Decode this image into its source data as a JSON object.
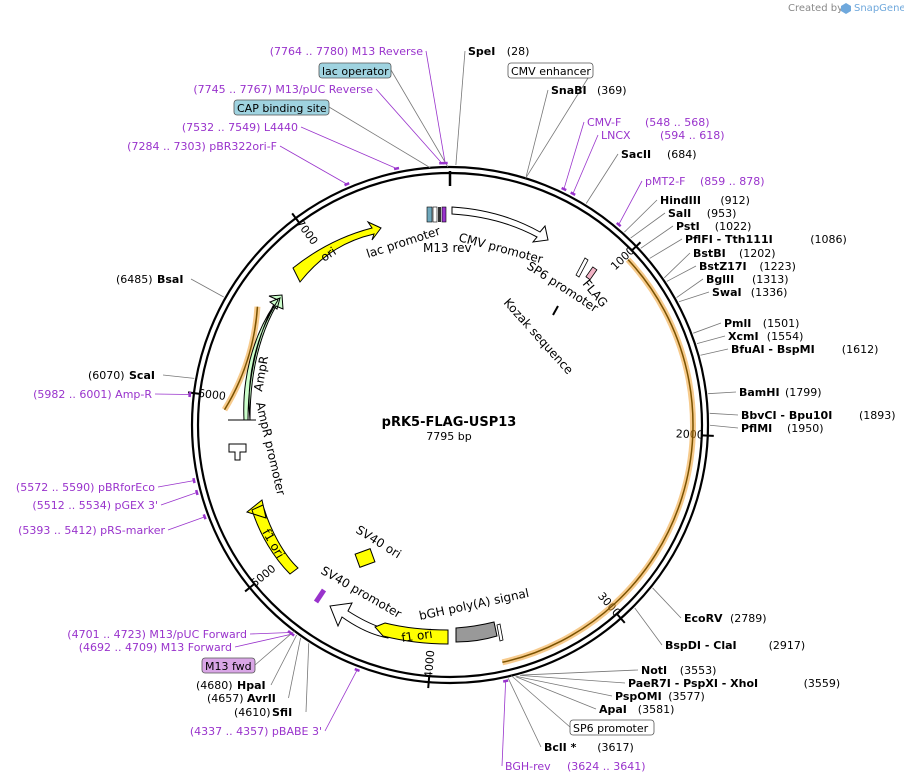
{
  "header": {
    "created_by": "Created by",
    "brand": "SnapGene"
  },
  "title": "pRK5-FLAG-USP13",
  "size_text": "7795 bp",
  "total_bp": 7795,
  "ticks": [
    {
      "bp": 1000,
      "label": "1000"
    },
    {
      "bp": 2000,
      "label": "2000"
    },
    {
      "bp": 3000,
      "label": "3000"
    },
    {
      "bp": 4000,
      "label": "4000"
    },
    {
      "bp": 5000,
      "label": "5000"
    },
    {
      "bp": 6000,
      "label": "6000"
    },
    {
      "bp": 7000,
      "label": "7000"
    }
  ],
  "enzymes": [
    {
      "name": "SpeI",
      "pos": "(28)",
      "bp": 28
    },
    {
      "name": "SnaBI",
      "pos": "(369)",
      "bp": 369
    },
    {
      "name": "SacII",
      "pos": "(684)",
      "bp": 684
    },
    {
      "name": "HindIII",
      "pos": "(912)",
      "bp": 912
    },
    {
      "name": "SalI",
      "pos": "(953)",
      "bp": 953
    },
    {
      "name": "PstI",
      "pos": "(1022)",
      "bp": 1022
    },
    {
      "name": "PflFI  - Tth111I",
      "pos": "(1086)",
      "bp": 1086
    },
    {
      "name": "BstBI",
      "pos": "(1202)",
      "bp": 1202
    },
    {
      "name": "BstZ17I",
      "pos": "(1223)",
      "bp": 1223
    },
    {
      "name": "BglII",
      "pos": "(1313)",
      "bp": 1313
    },
    {
      "name": "SwaI",
      "pos": "(1336)",
      "bp": 1336
    },
    {
      "name": "PmlI",
      "pos": "(1501)",
      "bp": 1501
    },
    {
      "name": "XcmI",
      "pos": "(1554)",
      "bp": 1554
    },
    {
      "name": "BfuAI  - BspMI",
      "pos": "(1612)",
      "bp": 1612
    },
    {
      "name": "BamHI",
      "pos": "(1799)",
      "bp": 1799
    },
    {
      "name": "BbvCI  - Bpu10I",
      "pos": "(1893)",
      "bp": 1893
    },
    {
      "name": "PflMI",
      "pos": "(1950)",
      "bp": 1950
    },
    {
      "name": "EcoRV",
      "pos": "(2789)",
      "bp": 2789
    },
    {
      "name": "BspDI  - ClaI",
      "pos": "(2917)",
      "bp": 2917
    },
    {
      "name": "NotI",
      "pos": "(3553)",
      "bp": 3553
    },
    {
      "name": "PaeR7I  - PspXI  - XhoI",
      "pos": "(3559)",
      "bp": 3559
    },
    {
      "name": "PspOMI",
      "pos": "(3577)",
      "bp": 3577
    },
    {
      "name": "ApaI",
      "pos": "(3581)",
      "bp": 3581
    },
    {
      "name": "BclI *",
      "pos": "(3617)",
      "bp": 3617
    },
    {
      "name": "SfiI",
      "pos": "(4610)",
      "bp": 4610
    },
    {
      "name": "AvrII",
      "pos": "(4657)",
      "bp": 4657
    },
    {
      "name": "HpaI",
      "pos": "(4680)",
      "bp": 4680
    },
    {
      "name": "ScaI",
      "pos": "(6070)",
      "bp": 6070
    },
    {
      "name": "BsaI",
      "pos": "(6485)",
      "bp": 6485
    }
  ],
  "primers": [
    {
      "text": "(7764 .. 7780)  M13 Reverse",
      "bp": 7772
    },
    {
      "text": "(7745 .. 7767)  M13/pUC Reverse",
      "bp": 7756
    },
    {
      "text": "(7532 .. 7549)  L4440",
      "bp": 7540
    },
    {
      "text": "(7284 .. 7303)  pBR322ori-F",
      "bp": 7293
    },
    {
      "text": "CMV-F",
      "range": "(548 .. 568)",
      "bp": 558
    },
    {
      "text": "LNCX",
      "range": "(594 .. 618)",
      "bp": 606
    },
    {
      "text": "pMT2-F",
      "range": "(859 .. 878)",
      "bp": 868
    },
    {
      "text": "(5982 .. 6001)  Amp-R",
      "bp": 5991
    },
    {
      "text": "(5572 .. 5590)  pBRforEco",
      "bp": 5581
    },
    {
      "text": "(5512 .. 5534)  pGEX 3'",
      "bp": 5523
    },
    {
      "text": "(5393 .. 5412)  pRS-marker",
      "bp": 5402
    },
    {
      "text": "(4701 .. 4723)  M13/pUC Forward",
      "bp": 4712
    },
    {
      "text": "(4692 .. 4709)  M13 Forward",
      "bp": 4700
    },
    {
      "text": "(4337 .. 4357)  pBABE 3'",
      "bp": 4347
    },
    {
      "text": "BGH-rev",
      "range": "(3624 .. 3641)",
      "bp": 3632
    }
  ],
  "boxed_labels": [
    {
      "text": "lac operator",
      "color": "#9fd3e0"
    },
    {
      "text": "CMV enhancer",
      "color": "#ffffff"
    },
    {
      "text": "CAP binding site",
      "color": "#9fd3e0"
    },
    {
      "text": "SP6 promoter",
      "color": "#ffffff"
    },
    {
      "text": "M13 fwd",
      "color": "#d9a6e6"
    }
  ],
  "features": [
    {
      "text": "lac promoter"
    },
    {
      "text": "M13 rev"
    },
    {
      "text": "CMV promoter"
    },
    {
      "text": "SP6 promoter"
    },
    {
      "text": "FLAG"
    },
    {
      "text": "Kozak sequence"
    },
    {
      "text": "ori"
    },
    {
      "text": "AmpR"
    },
    {
      "text": "AmpR promoter"
    },
    {
      "text": "f1 ori"
    },
    {
      "text": "SV40 ori"
    },
    {
      "text": "SV40 promoter"
    },
    {
      "text": "f1 ori"
    },
    {
      "text": "bGH poly(A) signal"
    }
  ],
  "colors": {
    "primer": "#9933cc",
    "orf": "#f0a030",
    "ori": "#ffff00",
    "ampr": "#ccffcc",
    "promoter": "#ffffff",
    "polya": "#999999"
  }
}
